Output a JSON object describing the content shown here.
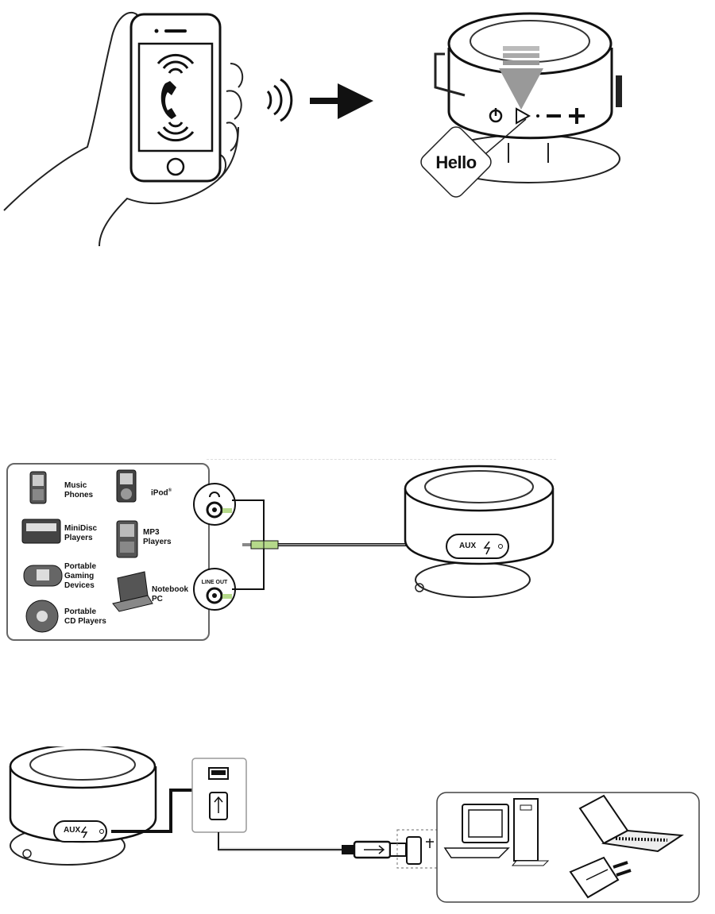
{
  "section1": {
    "bubble_text": "Hello"
  },
  "section2": {
    "devices": [
      {
        "label_lines": [
          "Music",
          "Phones"
        ],
        "icon": "music-phone-icon"
      },
      {
        "label_lines": [
          "iPod"
        ],
        "superscript": "®",
        "icon": "ipod-icon"
      },
      {
        "label_lines": [
          "MiniDisc",
          "Players"
        ],
        "icon": "minidisc-icon"
      },
      {
        "label_lines": [
          "MP3",
          "Players"
        ],
        "icon": "mp3-player-icon"
      },
      {
        "label_lines": [
          "Portable",
          "Gaming",
          "Devices"
        ],
        "icon": "gaming-device-icon"
      },
      {
        "label_lines": [
          "Notebook",
          "PC"
        ],
        "icon": "notebook-icon"
      },
      {
        "label_lines": [
          "Portable",
          "CD Players"
        ],
        "icon": "cd-player-icon"
      }
    ],
    "jack_bottom_label": "LINE OUT",
    "aux_label": "AUX"
  },
  "section3": {
    "aux_label": "AUX"
  },
  "colors": {
    "cable_green": "#b5d98a",
    "line": "#111111",
    "panel_border": "#555555"
  }
}
